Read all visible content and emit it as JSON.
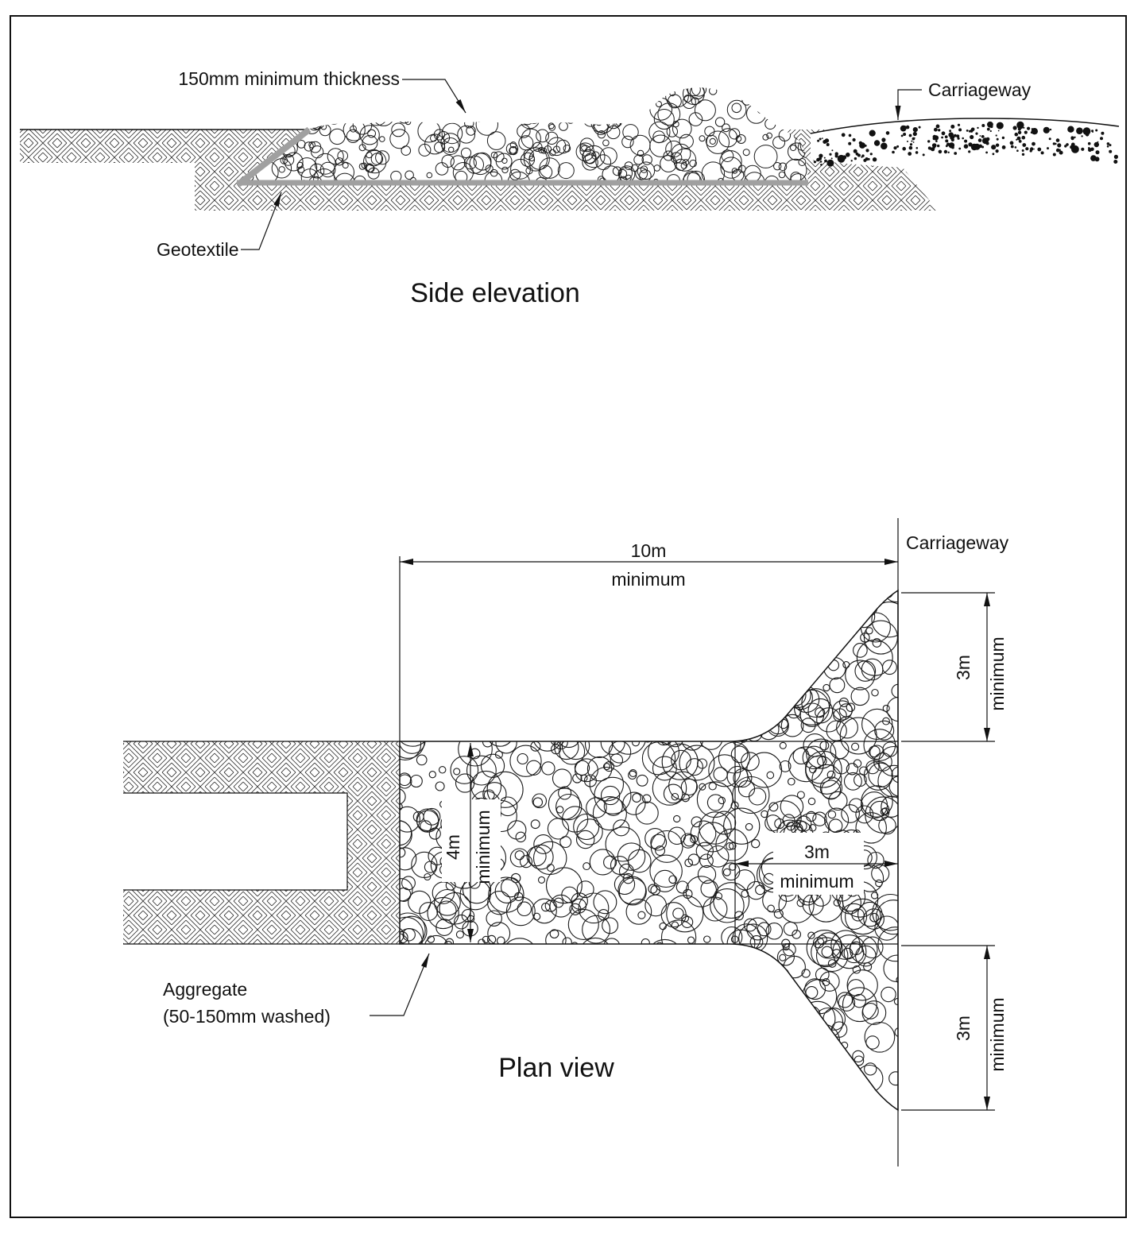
{
  "drawing": {
    "side_elevation": {
      "title": "Side elevation",
      "label_thickness": "150mm minimum thickness",
      "label_carriageway": "Carriageway",
      "label_geotextile": "Geotextile"
    },
    "plan_view": {
      "title": "Plan view",
      "label_carriageway": "Carriageway",
      "label_aggregate_1": "Aggregate",
      "label_aggregate_2": "(50-150mm washed)",
      "dim_length_value": "10m",
      "dim_length_qual": "minimum",
      "dim_width_value": "4m",
      "dim_width_qual": "minimum",
      "dim_flare_top_value": "3m",
      "dim_flare_top_qual": "minimum",
      "dim_flare_len_value": "3m",
      "dim_flare_len_qual": "minimum",
      "dim_flare_bottom_value": "3m",
      "dim_flare_bottom_qual": "minimum"
    },
    "colors": {
      "line": "#111111",
      "geotextile": "#a0a0a0",
      "background": "#ffffff"
    }
  }
}
